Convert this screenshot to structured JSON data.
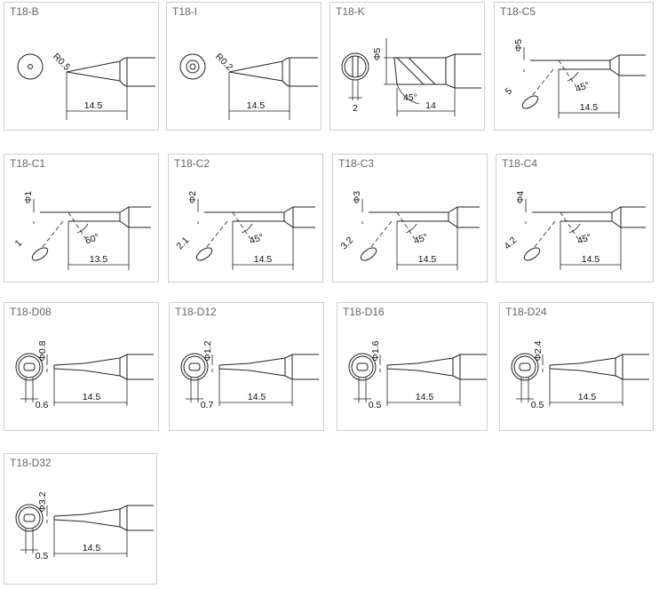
{
  "tips": [
    {
      "name": "T18-B",
      "type": "B",
      "labels": [
        "R0.5",
        "14.5"
      ]
    },
    {
      "name": "T18-I",
      "type": "I",
      "labels": [
        "R0.2",
        "14.5"
      ]
    },
    {
      "name": "T18-K",
      "type": "K",
      "labels": [
        "Φ5",
        "2",
        "45°",
        "14"
      ]
    },
    {
      "name": "T18-C5",
      "type": "C",
      "labels": [
        "Φ5",
        "5",
        "45°",
        "14.5"
      ]
    },
    {
      "name": "T18-C1",
      "type": "C",
      "labels": [
        "Φ1",
        "1",
        "60°",
        "13.5"
      ]
    },
    {
      "name": "T18-C2",
      "type": "C",
      "labels": [
        "Φ2",
        "2.1",
        "45°",
        "14.5"
      ]
    },
    {
      "name": "T18-C3",
      "type": "C",
      "labels": [
        "Φ3",
        "3.2",
        "45°",
        "14.5"
      ]
    },
    {
      "name": "T18-C4",
      "type": "C",
      "labels": [
        "Φ4",
        "4.2",
        "45°",
        "14.5"
      ]
    },
    {
      "name": "T18-D08",
      "type": "D",
      "labels": [
        "Φ0.8",
        "0.6",
        "14.5"
      ]
    },
    {
      "name": "T18-D12",
      "type": "D",
      "labels": [
        "Φ1.2",
        "0.7",
        "14.5"
      ]
    },
    {
      "name": "T18-D16",
      "type": "D",
      "labels": [
        "Φ1.6",
        "0.5",
        "14.5"
      ]
    },
    {
      "name": "T18-D24",
      "type": "D",
      "labels": [
        "Φ2.4",
        "0.5",
        "14.5"
      ]
    },
    {
      "name": "T18-D32",
      "type": "D",
      "labels": [
        "Φ3.2",
        "0.5",
        "14.5"
      ]
    }
  ]
}
